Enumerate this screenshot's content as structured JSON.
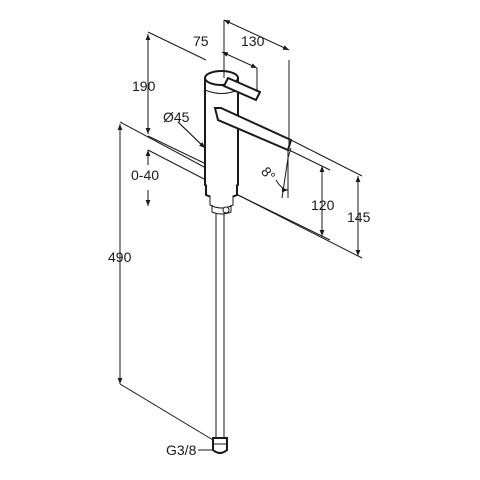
{
  "dimensions": {
    "width_75": "75",
    "width_130": "130",
    "height_190": "190",
    "diameter": "Ø45",
    "range": "0-40",
    "total_height": "490",
    "spout_height_120": "120",
    "spout_height_145": "145",
    "angle": "8°",
    "thread": "G3/8"
  },
  "colors": {
    "line": "#1a1a1a",
    "background": "#ffffff"
  }
}
